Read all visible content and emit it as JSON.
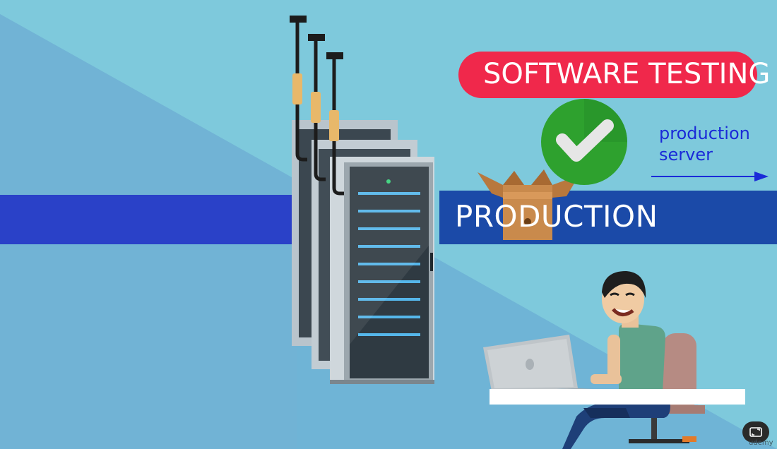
{
  "slide": {
    "badge_text": "SOFTWARE TESTING",
    "band_text": "PRODUCTION",
    "caption_line1": "production",
    "caption_line2": "server"
  },
  "player": {
    "fullscreen_icon": "fullscreen-icon",
    "watermark": "udemy"
  },
  "colors": {
    "background_light": "#7ec9dc",
    "background_dark": "#6fb6d6",
    "band_left": "#2a41c8",
    "band_right": "#1b4aa8",
    "badge": "#f0284b",
    "caption": "#1a2ad8",
    "check_circle": "#2ea12e"
  }
}
